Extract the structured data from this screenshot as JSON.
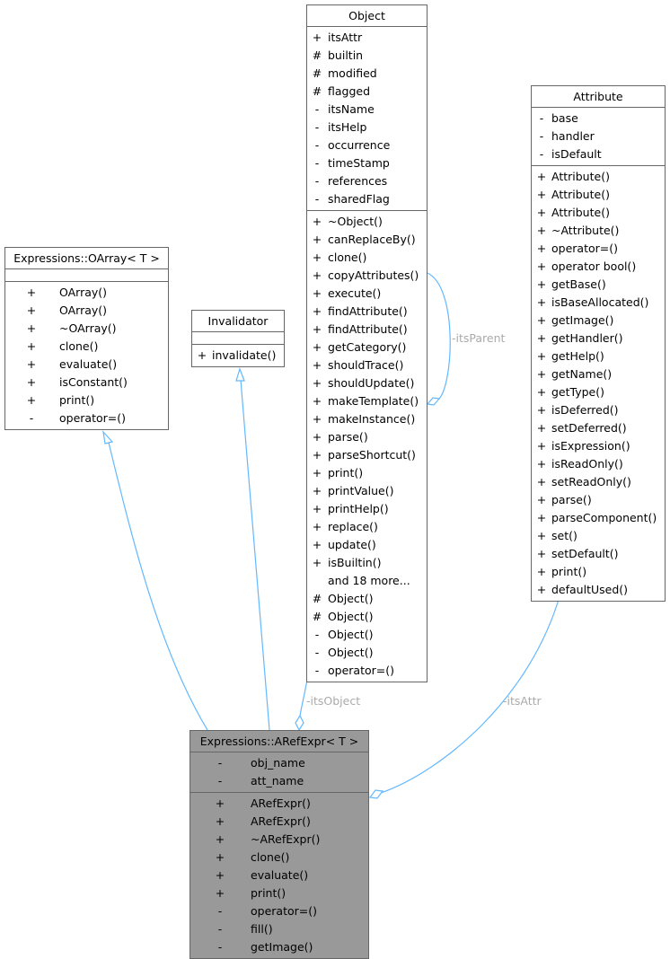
{
  "colors": {
    "edge": "#63b8ff",
    "edge_label": "#aaaaaa",
    "focus_fill": "#999999",
    "border": "#666666"
  },
  "classes": {
    "object": {
      "name": "Object",
      "attributes": [
        {
          "v": "+",
          "n": "itsAttr"
        },
        {
          "v": "#",
          "n": "builtin"
        },
        {
          "v": "#",
          "n": "modified"
        },
        {
          "v": "#",
          "n": "flagged"
        },
        {
          "v": "-",
          "n": "itsName"
        },
        {
          "v": "-",
          "n": "itsHelp"
        },
        {
          "v": "-",
          "n": "occurrence"
        },
        {
          "v": "-",
          "n": "timeStamp"
        },
        {
          "v": "-",
          "n": "references"
        },
        {
          "v": "-",
          "n": "sharedFlag"
        }
      ],
      "methods": [
        {
          "v": "+",
          "n": "~Object()"
        },
        {
          "v": "+",
          "n": "canReplaceBy()"
        },
        {
          "v": "+",
          "n": "clone()"
        },
        {
          "v": "+",
          "n": "copyAttributes()"
        },
        {
          "v": "+",
          "n": "execute()"
        },
        {
          "v": "+",
          "n": "findAttribute()"
        },
        {
          "v": "+",
          "n": "findAttribute()"
        },
        {
          "v": "+",
          "n": "getCategory()"
        },
        {
          "v": "+",
          "n": "shouldTrace()"
        },
        {
          "v": "+",
          "n": "shouldUpdate()"
        },
        {
          "v": "+",
          "n": "makeTemplate()"
        },
        {
          "v": "+",
          "n": "makeInstance()"
        },
        {
          "v": "+",
          "n": "parse()"
        },
        {
          "v": "+",
          "n": "parseShortcut()"
        },
        {
          "v": "+",
          "n": "print()"
        },
        {
          "v": "+",
          "n": "printValue()"
        },
        {
          "v": "+",
          "n": "printHelp()"
        },
        {
          "v": "+",
          "n": "replace()"
        },
        {
          "v": "+",
          "n": "update()"
        },
        {
          "v": "+",
          "n": "isBuiltin()"
        },
        {
          "v": "",
          "n": "and 18 more..."
        },
        {
          "v": "#",
          "n": "Object()"
        },
        {
          "v": "#",
          "n": "Object()"
        },
        {
          "v": "-",
          "n": "Object()"
        },
        {
          "v": "-",
          "n": "Object()"
        },
        {
          "v": "-",
          "n": "operator=()"
        }
      ]
    },
    "attribute": {
      "name": "Attribute",
      "attributes": [
        {
          "v": "-",
          "n": "base"
        },
        {
          "v": "-",
          "n": "handler"
        },
        {
          "v": "-",
          "n": "isDefault"
        }
      ],
      "methods": [
        {
          "v": "+",
          "n": "Attribute()"
        },
        {
          "v": "+",
          "n": "Attribute()"
        },
        {
          "v": "+",
          "n": "Attribute()"
        },
        {
          "v": "+",
          "n": "~Attribute()"
        },
        {
          "v": "+",
          "n": "operator=()"
        },
        {
          "v": "+",
          "n": "operator bool()"
        },
        {
          "v": "+",
          "n": "getBase()"
        },
        {
          "v": "+",
          "n": "isBaseAllocated()"
        },
        {
          "v": "+",
          "n": "getImage()"
        },
        {
          "v": "+",
          "n": "getHandler()"
        },
        {
          "v": "+",
          "n": "getHelp()"
        },
        {
          "v": "+",
          "n": "getName()"
        },
        {
          "v": "+",
          "n": "getType()"
        },
        {
          "v": "+",
          "n": "isDeferred()"
        },
        {
          "v": "+",
          "n": "setDeferred()"
        },
        {
          "v": "+",
          "n": "isExpression()"
        },
        {
          "v": "+",
          "n": "isReadOnly()"
        },
        {
          "v": "+",
          "n": "setReadOnly()"
        },
        {
          "v": "+",
          "n": "parse()"
        },
        {
          "v": "+",
          "n": "parseComponent()"
        },
        {
          "v": "+",
          "n": "set()"
        },
        {
          "v": "+",
          "n": "setDefault()"
        },
        {
          "v": "+",
          "n": "print()"
        },
        {
          "v": "+",
          "n": "defaultUsed()"
        }
      ]
    },
    "oarray": {
      "name": "Expressions::OArray< T >",
      "attributes": [],
      "methods": [
        {
          "v": "+",
          "n": "OArray()"
        },
        {
          "v": "+",
          "n": "OArray()"
        },
        {
          "v": "+",
          "n": "~OArray()"
        },
        {
          "v": "+",
          "n": "clone()"
        },
        {
          "v": "+",
          "n": "evaluate()"
        },
        {
          "v": "+",
          "n": "isConstant()"
        },
        {
          "v": "+",
          "n": "print()"
        },
        {
          "v": "-",
          "n": "operator=()"
        }
      ]
    },
    "invalidator": {
      "name": "Invalidator",
      "attributes": [],
      "methods": [
        {
          "v": "+",
          "n": "invalidate()"
        }
      ]
    },
    "arefexpr": {
      "name": "Expressions::ARefExpr< T >",
      "attributes": [
        {
          "v": "-",
          "n": "obj_name"
        },
        {
          "v": "-",
          "n": "att_name"
        }
      ],
      "methods": [
        {
          "v": "+",
          "n": "ARefExpr()"
        },
        {
          "v": "+",
          "n": "ARefExpr()"
        },
        {
          "v": "+",
          "n": "~ARefExpr()"
        },
        {
          "v": "+",
          "n": "clone()"
        },
        {
          "v": "+",
          "n": "evaluate()"
        },
        {
          "v": "+",
          "n": "print()"
        },
        {
          "v": "-",
          "n": "operator=()"
        },
        {
          "v": "-",
          "n": "fill()"
        },
        {
          "v": "-",
          "n": "getImage()"
        }
      ]
    }
  },
  "edge_labels": {
    "its_parent": "-itsParent",
    "its_object": "-itsObject",
    "its_attr": "-itsAttr"
  }
}
